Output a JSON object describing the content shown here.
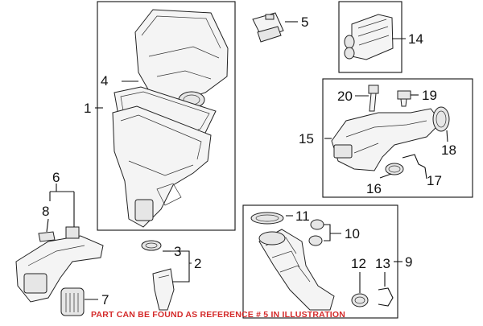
{
  "callouts": {
    "c1": "1",
    "c2": "2",
    "c3": "3",
    "c4": "4",
    "c5": "5",
    "c6": "6",
    "c7": "7",
    "c8": "8",
    "c9": "9",
    "c10": "10",
    "c11": "11",
    "c12": "12",
    "c13": "13",
    "c14": "14",
    "c15": "15",
    "c16": "16",
    "c17": "17",
    "c18": "18",
    "c19": "19",
    "c20": "20"
  },
  "footer": {
    "note": "PART CAN BE FOUND AS REFERENCE # 5 IN ILLUSTRATION"
  },
  "colors": {
    "note_color": "#d42a2a",
    "line_color": "#111111"
  }
}
